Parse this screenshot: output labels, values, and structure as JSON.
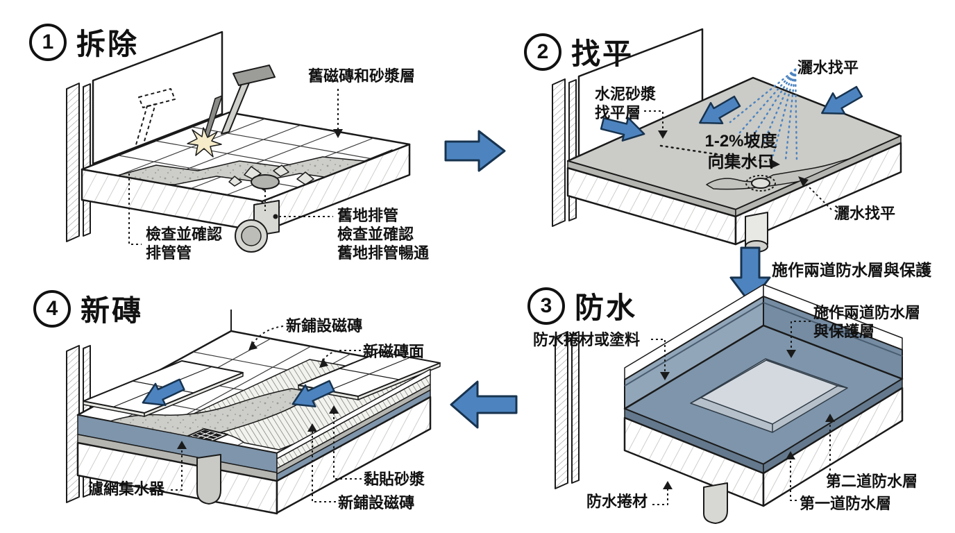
{
  "diagram_title": "tile-floor-renovation-process",
  "steps": [
    {
      "number": "1",
      "title": "拆除",
      "labels": {
        "old_tile_and_mortar_layer": "舊磁磚和砂漿層",
        "check_confirm_pipe": [
          "檢查並確認",
          "排管管"
        ],
        "old_floor_drain": [
          "舊地排管",
          "檢查並確認",
          "舊地排管暢通"
        ]
      }
    },
    {
      "number": "2",
      "title": "找平",
      "labels": {
        "water_spray_leveling_top": "灑水找平",
        "cement_mortar_leveling_layer": [
          "水泥砂漿",
          "找平層"
        ],
        "slope_to_drain": [
          "1-2%坡度",
          "向集水口"
        ],
        "water_spray_leveling_bottom": "灑水找平"
      }
    },
    {
      "number": "3",
      "title": "防水",
      "labels": {
        "membrane_or_coating": "防水捲材或塗料",
        "two_waterproof_layers_protection": [
          "施作兩道防水層",
          "與保護層"
        ],
        "second_waterproof_layer": "第二道防水層",
        "first_waterproof_layer": "第一道防水層",
        "waterproof_membrane": "防水捲材"
      }
    },
    {
      "number": "4",
      "title": "新磚",
      "labels": {
        "newly_laid_tiles_top": "新鋪設磁磚",
        "new_tile_surface": "新磁磚面",
        "filter_drain_collector": "濾網集水器",
        "adhesive_mortar": "黏貼砂漿",
        "newly_laid_tiles_bottom": "新鋪設磁磚"
      }
    }
  ],
  "flow": {
    "step2_to_step3_label": "施作兩道防水層與保護"
  },
  "colors": {
    "flow_arrow": "#4d84c0",
    "flow_arrow_border": "#17334f",
    "screed_gray": "#cbcbc7",
    "waterproof": "#7e95ab",
    "waterproof_light": "#92a6b9",
    "waterproof_dark": "#64798d",
    "waterproof_ne": "#758ca2",
    "platform_top": "#d3d9df",
    "platform_side": "#b6c0ca",
    "spray_blue": "#4d84c0",
    "spark_yellow": "#f6ecca"
  }
}
